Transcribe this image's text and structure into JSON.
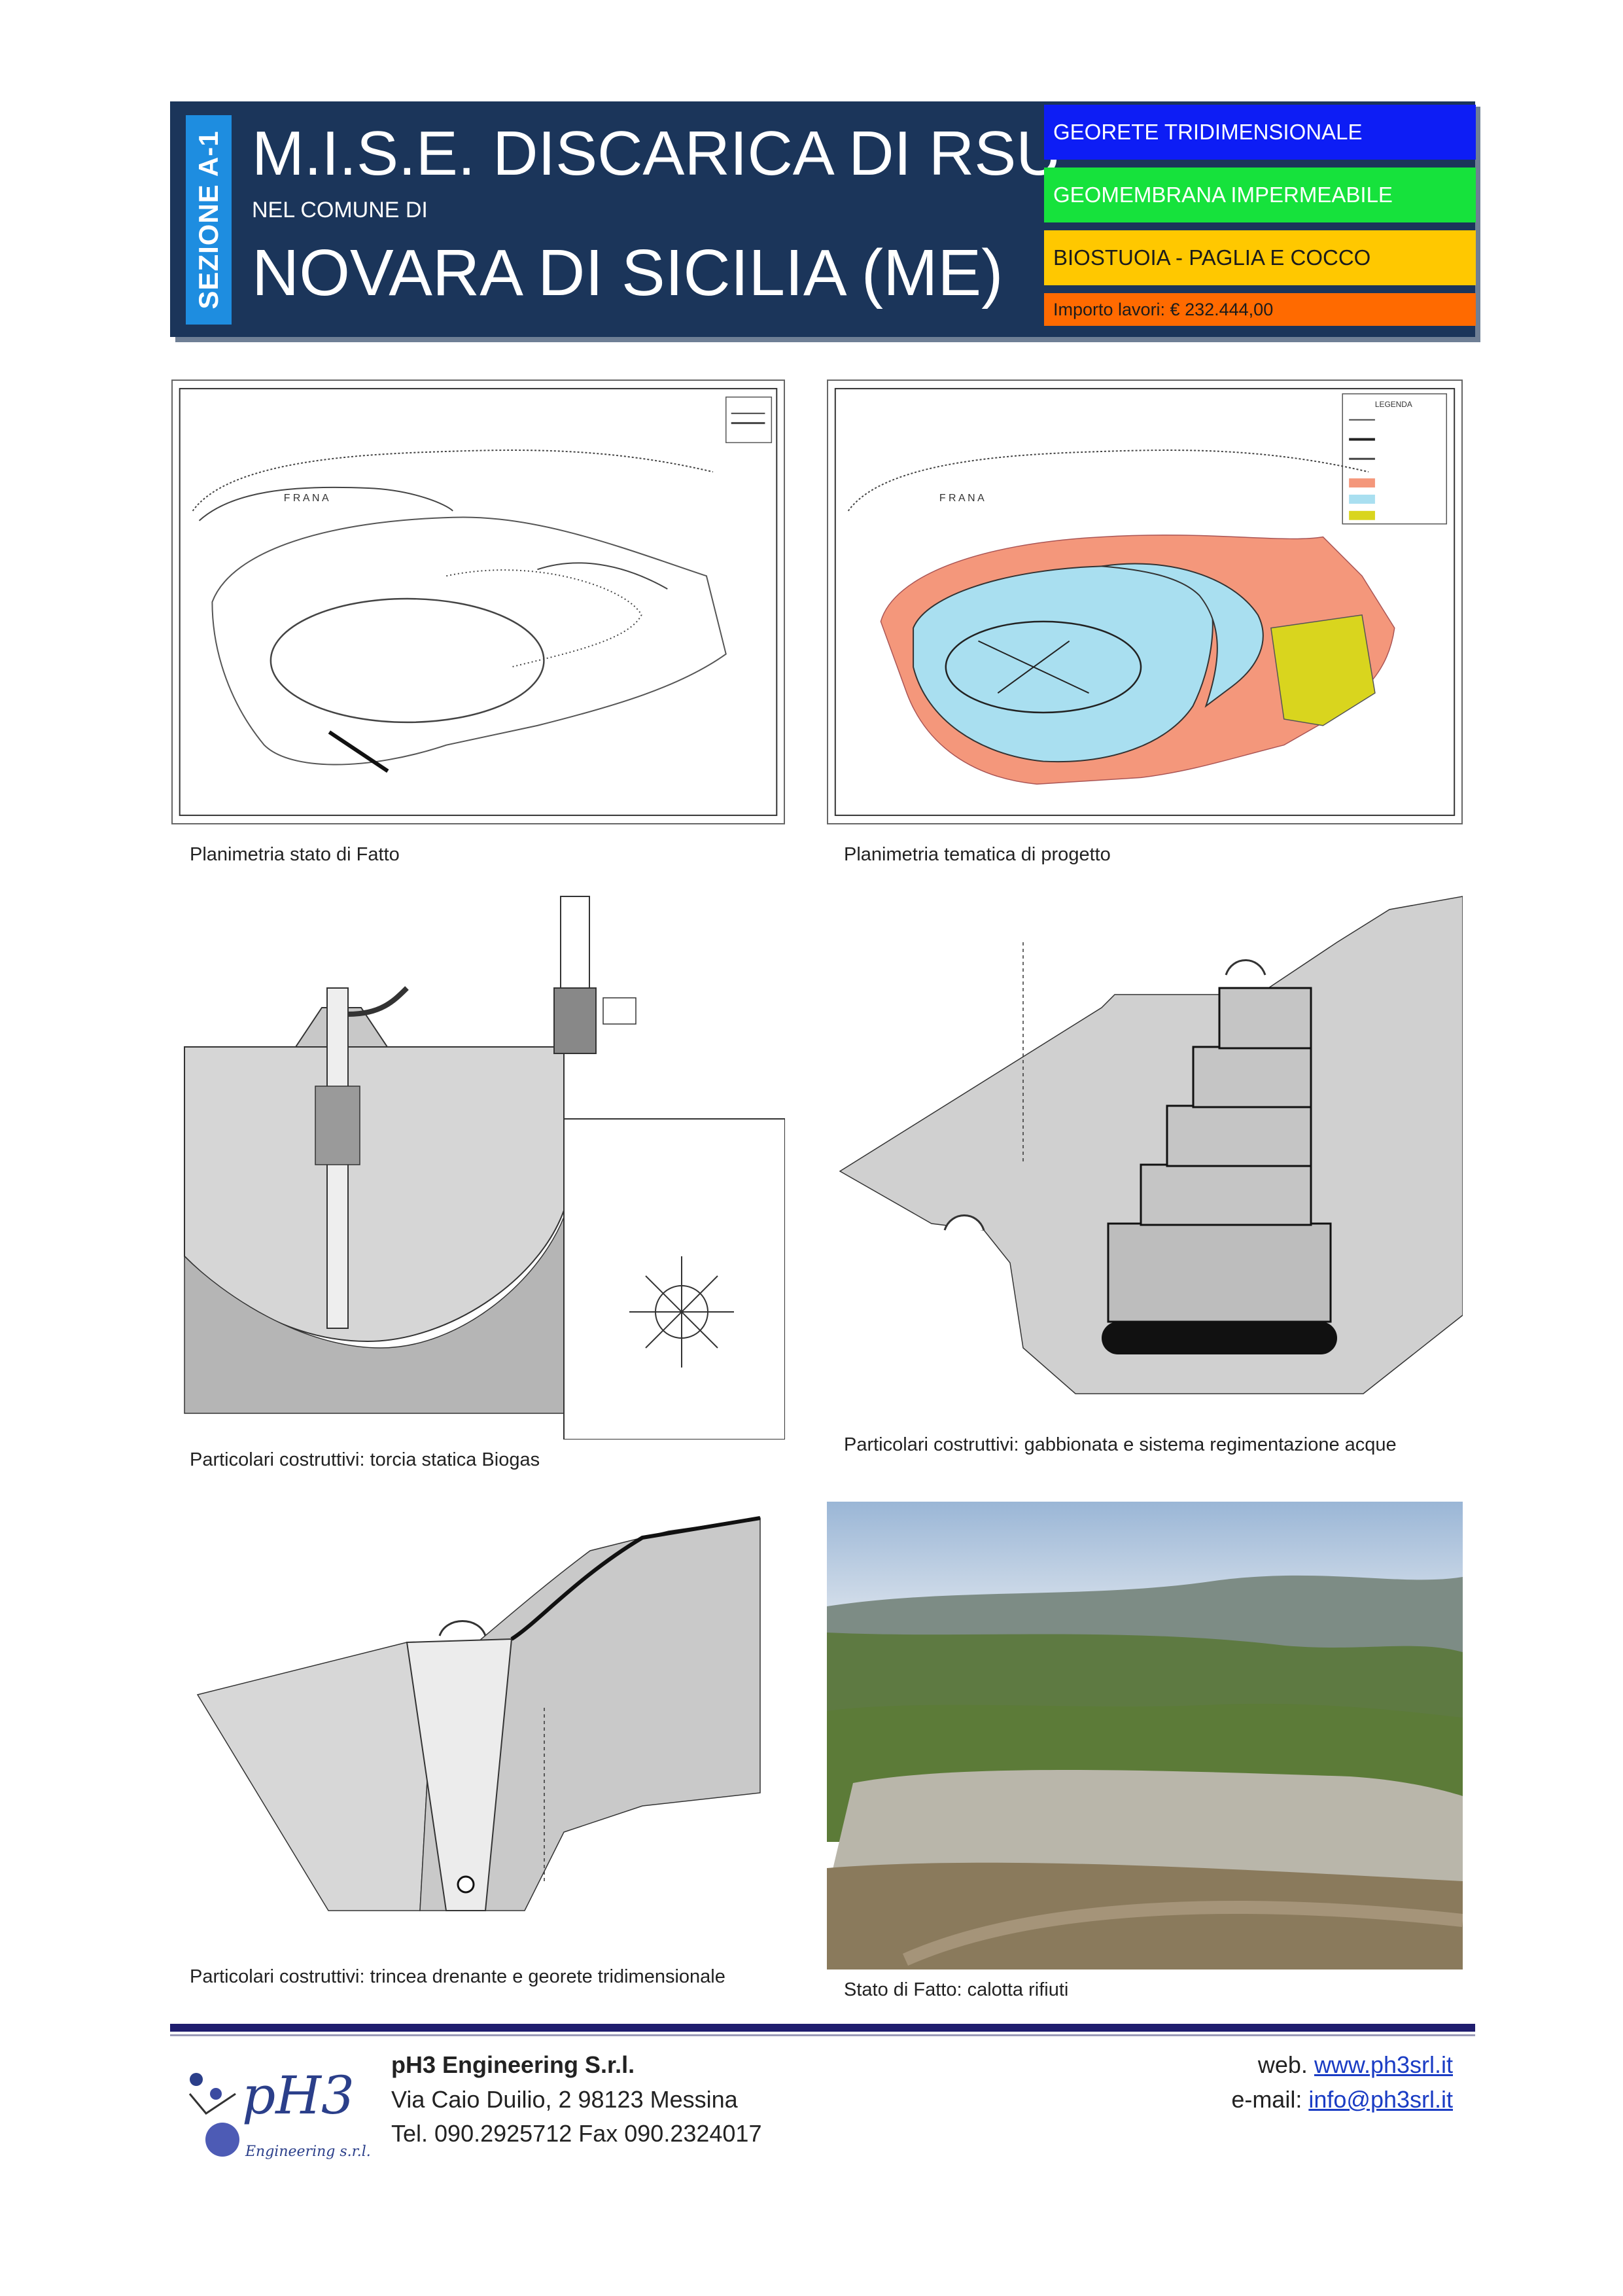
{
  "header": {
    "section_label": "SEZIONE A-1",
    "title": "M.I.S.E. DISCARICA DI RSU",
    "subtitle": "NEL COMUNE DI",
    "city": "NOVARA DI SICILIA (ME)",
    "tags": [
      {
        "label": "GEORETE TRIDIMENSIONALE",
        "color": "#0d1df5"
      },
      {
        "label": "GEOMEMBRANA IMPERMEABILE",
        "color": "#16e23c"
      },
      {
        "label": "BIOSTUOIA - PAGLIA E COCCO",
        "color": "#ffc800"
      },
      {
        "label": "Importo lavori: € 232.444,00",
        "color": "#ff6a00"
      }
    ]
  },
  "figures": {
    "plan_existing": {
      "caption": "Planimetria stato di Fatto",
      "map_label": "F R A N A"
    },
    "plan_project": {
      "caption": "Planimetria tematica di progetto",
      "map_label": "F R A N A",
      "legend_title": "LEGENDA"
    },
    "biogas": {
      "caption": "Particolari costruttivi: torcia statica Biogas"
    },
    "gabion": {
      "caption": "Particolari costruttivi: gabbionata e sistema regimentazione acque"
    },
    "trench": {
      "caption": "Particolari costruttivi: trincea drenante e georete tridimensionale"
    },
    "photo": {
      "caption": "Stato di Fatto: calotta rifiuti"
    }
  },
  "footer": {
    "company": "pH3 Engineering S.r.l.",
    "address": "Via Caio Duilio, 2 98123 Messina",
    "phone": "Tel. 090.2925712 Fax 090.2324017",
    "web_label": "web.",
    "web_link": "www.ph3srl.it",
    "email_label": "e-mail:",
    "email_link": "info@ph3srl.it",
    "logo_text": "pH3",
    "logo_subtext": "Engineering s.r.l."
  },
  "colors": {
    "header_bg": "#1b355a",
    "section_strip": "#1e8de0",
    "landfill_blue": "#a9dff0",
    "slope_salmon": "#f4977b",
    "green_area": "#d9d51e",
    "footer_line": "#1f1d6e"
  }
}
